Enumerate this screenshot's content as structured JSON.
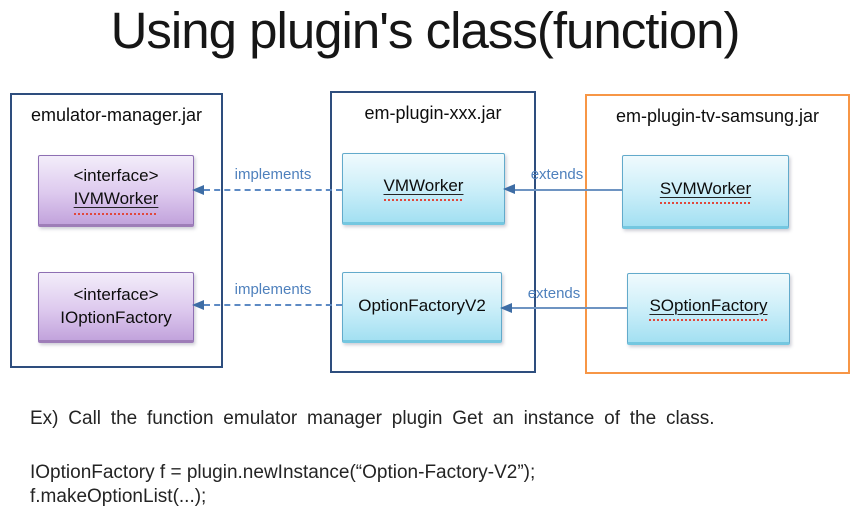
{
  "title": "Using plugin's class(function)",
  "colors": {
    "container_blue_border": "#2E4E7E",
    "container_orange_border": "#F79646",
    "interface_box_border": "#8E6FB3",
    "class_box_border": "#62AACB",
    "relation_blue": "#4F81BD",
    "spellcheck_red": "#E0483C"
  },
  "containers": [
    {
      "label": "emulator-manager.jar",
      "boxes": [
        {
          "stereotype": "<interface>",
          "name": "IVMWorker",
          "underlined": true
        },
        {
          "stereotype": "<interface>",
          "name": "IOptionFactory",
          "underlined": false
        }
      ]
    },
    {
      "label": "em-plugin-xxx.jar",
      "boxes": [
        {
          "name": "VMWorker",
          "underlined": true
        },
        {
          "name": "OptionFactoryV2",
          "underlined": false
        }
      ]
    },
    {
      "label": "em-plugin-tv-samsung.jar",
      "boxes": [
        {
          "name": "SVMWorker",
          "underlined": true
        },
        {
          "name": "SOptionFactory",
          "underlined": true
        }
      ]
    }
  ],
  "relations": [
    {
      "label": "implements",
      "style": "dashed",
      "from": "VMWorker",
      "to": "IVMWorker"
    },
    {
      "label": "implements",
      "style": "dashed",
      "from": "OptionFactoryV2",
      "to": "IOptionFactory"
    },
    {
      "label": "extends",
      "style": "solid",
      "from": "SVMWorker",
      "to": "VMWorker"
    },
    {
      "label": "extends",
      "style": "solid",
      "from": "SOptionFactory",
      "to": "OptionFactoryV2"
    }
  ],
  "notes": {
    "example": "Ex) Call the function emulator manager plugin Get an instance of the class.",
    "code_line1": "IOptionFactory f = plugin.newInstance(“Option-Factory-V2”);",
    "code_line2": "f.makeOptionList(...);"
  }
}
